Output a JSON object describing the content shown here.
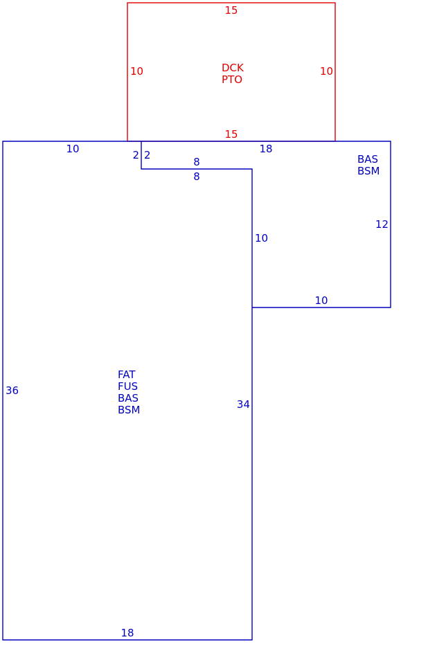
{
  "colors": {
    "deck": "#e00000",
    "main": "#0000c0",
    "background": "#ffffff"
  },
  "deck": {
    "labels": [
      "DCK",
      "PTO"
    ],
    "dims": {
      "top": "15",
      "bottom": "15",
      "left": "10",
      "right": "10"
    }
  },
  "main_building": {
    "labels": [
      "FAT",
      "FUS",
      "BAS",
      "BSM"
    ],
    "dims": {
      "top_left": "10",
      "notch_left": "2",
      "notch_right": "2",
      "inner_top_upper": "8",
      "inner_top_lower": "8",
      "left": "36",
      "right_lower": "34",
      "bottom": "18"
    }
  },
  "wing": {
    "labels": [
      "BAS",
      "BSM"
    ],
    "dims": {
      "top": "18",
      "right": "12",
      "left": "10",
      "bottom": "10"
    }
  }
}
